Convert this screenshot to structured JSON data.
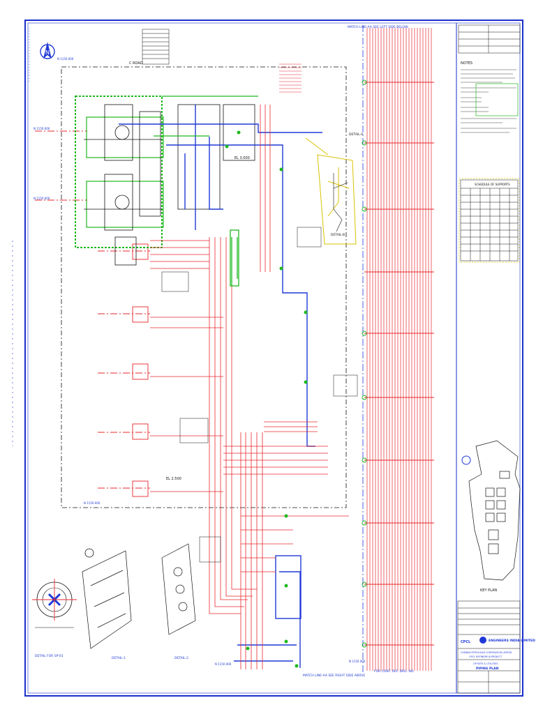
{
  "labels": {
    "match_top": "MATCH LINE-AA SEE LEFT SIDE BELOW",
    "match_bottom": "MATCH LINE-AA SEE RIGHT SIDE ABOVE",
    "cont_ref": "FOR CONT. REF. DRG. NO.",
    "road": "C ROAD",
    "north": "N",
    "el_1": "EL 3.000",
    "el_2": "EL 2.500",
    "detail_a": "DETAIL-A",
    "detail_b": "DETAIL-B",
    "detail_1": "DETAIL-1",
    "detail_2": "DETAIL-2",
    "detail_sp": "DETAIL FOR SP-01",
    "key_plan": "KEY PLAN",
    "coord_a": "N 1150.000",
    "coord_b": "N 1150.000",
    "coord_c": "N 1150.000",
    "coord_d": "N 1150.000",
    "coord_e": "N 1150.000",
    "coord_f": "N 1150.000"
  },
  "right_panel": {
    "notes_title": "NOTES",
    "schedule_title": "SCHEDULE OF SUPPORTS"
  },
  "title_block": {
    "company": "ENGINEERS INDIA LIMITED",
    "client_logo": "CPCL",
    "client": "CHENNAI PETROLEUM CORPORATION LIMITED",
    "project": "CPCL REFINERY-III PROJECT",
    "drawing_title": "PIPING PLAN",
    "drawing_subtitle": "OFFSITE & UTILITIES"
  },
  "colors": {
    "frame": "#1a2ecc",
    "blue": "#1f39d6",
    "red": "#e8262b",
    "green": "#1fb81f",
    "yellow": "#d8c200",
    "black": "#111111"
  }
}
